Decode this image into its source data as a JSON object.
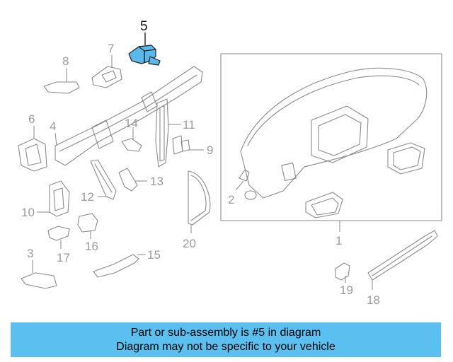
{
  "callouts": {
    "c1": "1",
    "c2": "2",
    "c3": "3",
    "c4": "4",
    "c5": "5",
    "c6": "6",
    "c7": "7",
    "c8": "8",
    "c9": "9",
    "c10": "10",
    "c11": "11",
    "c12": "12",
    "c13": "13",
    "c14": "14",
    "c15": "15",
    "c16": "16",
    "c17": "17",
    "c18": "18",
    "c19": "19",
    "c20": "20"
  },
  "highlighted_part": "5",
  "colors": {
    "highlight": "#5bb8ea",
    "banner": "#5bbff0",
    "line_art": "#8a8a8a"
  },
  "banner": {
    "line1": "Part or sub-assembly is #5 in diagram",
    "line2": "Diagram may not be specific to your vehicle"
  }
}
